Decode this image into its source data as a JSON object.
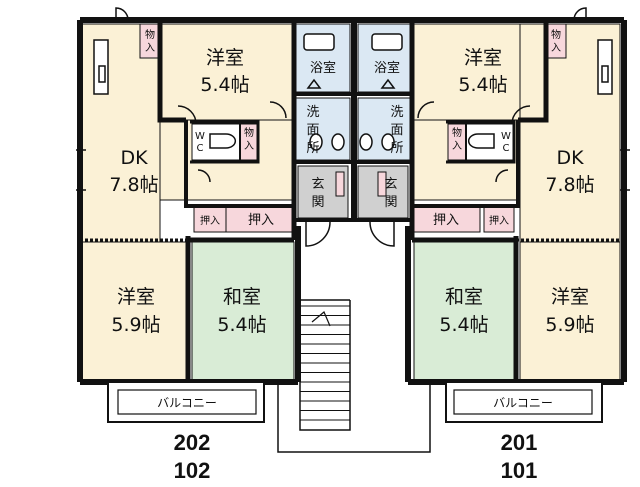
{
  "colors": {
    "western": "#fbf1d6",
    "washitsu": "#d9ecd6",
    "wet": "#dbe8f3",
    "genkan": "#d0d0d0",
    "storage": "#f7d7dc",
    "wall": "#111111"
  },
  "rooms": {
    "yoshitsu": "洋室",
    "washitsu": "和室",
    "dk": "DK",
    "size_54": "5.4帖",
    "size_59": "5.9帖",
    "size_78": "7.8帖"
  },
  "labels": {
    "bath": "浴室",
    "wash": [
      "洗",
      "面",
      "所"
    ],
    "genkan": [
      "玄",
      "関"
    ],
    "oshiire": "押入",
    "mono_top": "物",
    "mono_bottom": "入",
    "wc_top": "W",
    "wc_bottom": "C",
    "balcony": "バルコニー"
  },
  "units": {
    "left_upper": "202",
    "left_lower": "102",
    "right_upper": "201",
    "right_lower": "101"
  }
}
